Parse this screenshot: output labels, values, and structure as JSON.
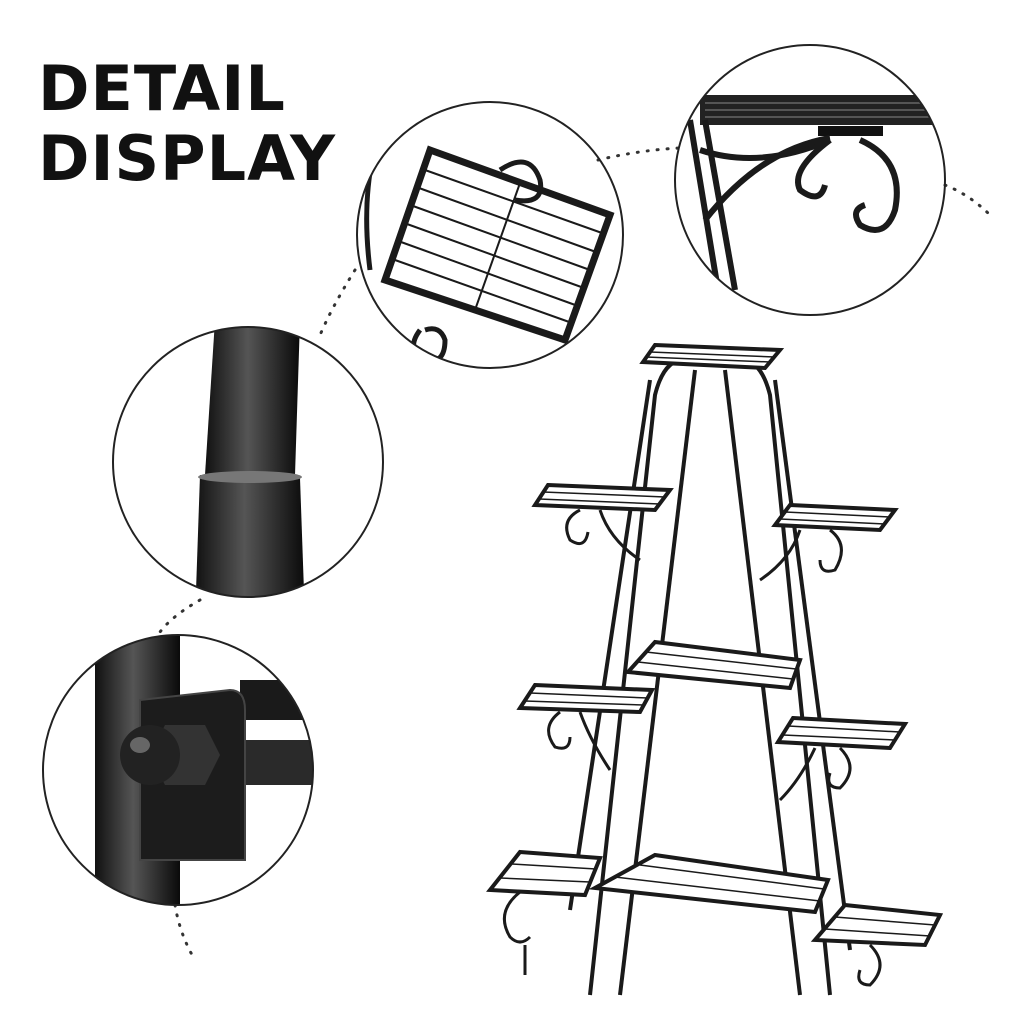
{
  "title": {
    "line1": "DETAIL",
    "line2": "DISPLAY"
  },
  "colors": {
    "metal": "#1a1a1a",
    "ring": "#222222",
    "background": "#ffffff"
  },
  "details": [
    {
      "name": "shelf-top-view"
    },
    {
      "name": "scroll-bracket"
    },
    {
      "name": "tube-joint"
    },
    {
      "name": "bolt-connection"
    }
  ]
}
